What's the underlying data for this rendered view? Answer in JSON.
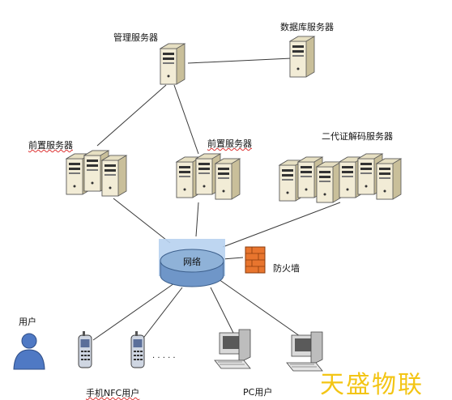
{
  "labels": {
    "mgmt_server": "管理服务器",
    "db_server": "数据库服务器",
    "front_server_left": "前置服务器",
    "front_server_mid": "前置服务器",
    "decode_servers": "二代证解码服务器",
    "network": "网络",
    "firewall": "防火墙",
    "user": "用户",
    "nfc_users": "手机NFC用户",
    "pc_users": "PC用户",
    "ellipsis": "· · · · ·"
  },
  "icons": {
    "server": "server-tower-icon",
    "network": "network-cylinder-icon",
    "firewall": "brick-wall-icon",
    "user": "person-icon",
    "phone": "mobile-phone-icon",
    "pc": "desktop-computer-icon"
  },
  "colors": {
    "server_body": "#f2ecd6",
    "server_shadow": "#c9bf9a",
    "network_fill": "#8fb2d8",
    "network_highlight": "#b7d2f0",
    "firewall": "#e8752e",
    "user": "#4f79c4",
    "watermark": "#f3c515",
    "connector": "#3a3a3a"
  },
  "watermark": "天盛物联"
}
